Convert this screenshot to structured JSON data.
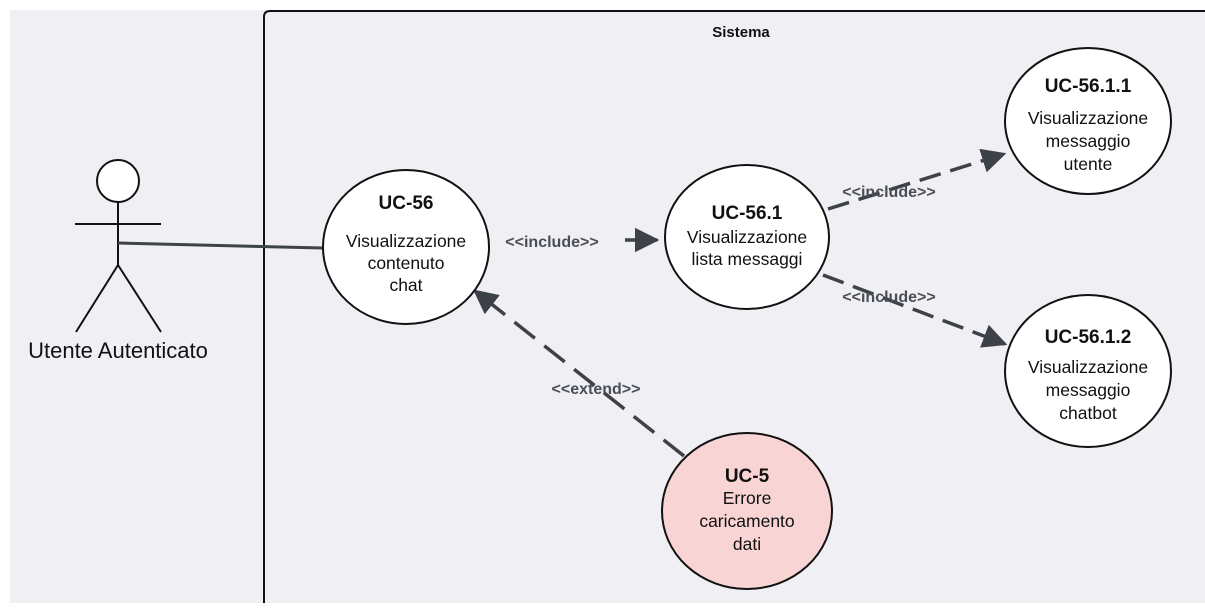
{
  "system": {
    "title": "Sistema"
  },
  "actor": {
    "label": "Utente Autenticato"
  },
  "use_cases": {
    "uc56": {
      "id": "UC-56",
      "lines": [
        "Visualizzazione",
        "contenuto",
        "chat"
      ]
    },
    "uc561": {
      "id": "UC-56.1",
      "lines": [
        "Visualizzazione",
        "lista messaggi"
      ]
    },
    "uc5611": {
      "id": "UC-56.1.1",
      "lines": [
        "Visualizzazione",
        "messaggio",
        "utente"
      ]
    },
    "uc5612": {
      "id": "UC-56.1.2",
      "lines": [
        "Visualizzazione",
        "messaggio",
        "chatbot"
      ]
    },
    "uc5": {
      "id": "UC-5",
      "lines": [
        "Errore",
        "caricamento",
        "dati"
      ]
    }
  },
  "relations": {
    "include_1": "<<include>>",
    "include_2": "<<include>>",
    "include_3": "<<include>>",
    "extend_1": "<<extend>>"
  },
  "colors": {
    "background": "#f0eff4",
    "line": "#3d4248",
    "error_fill": "#f8d4d4"
  }
}
